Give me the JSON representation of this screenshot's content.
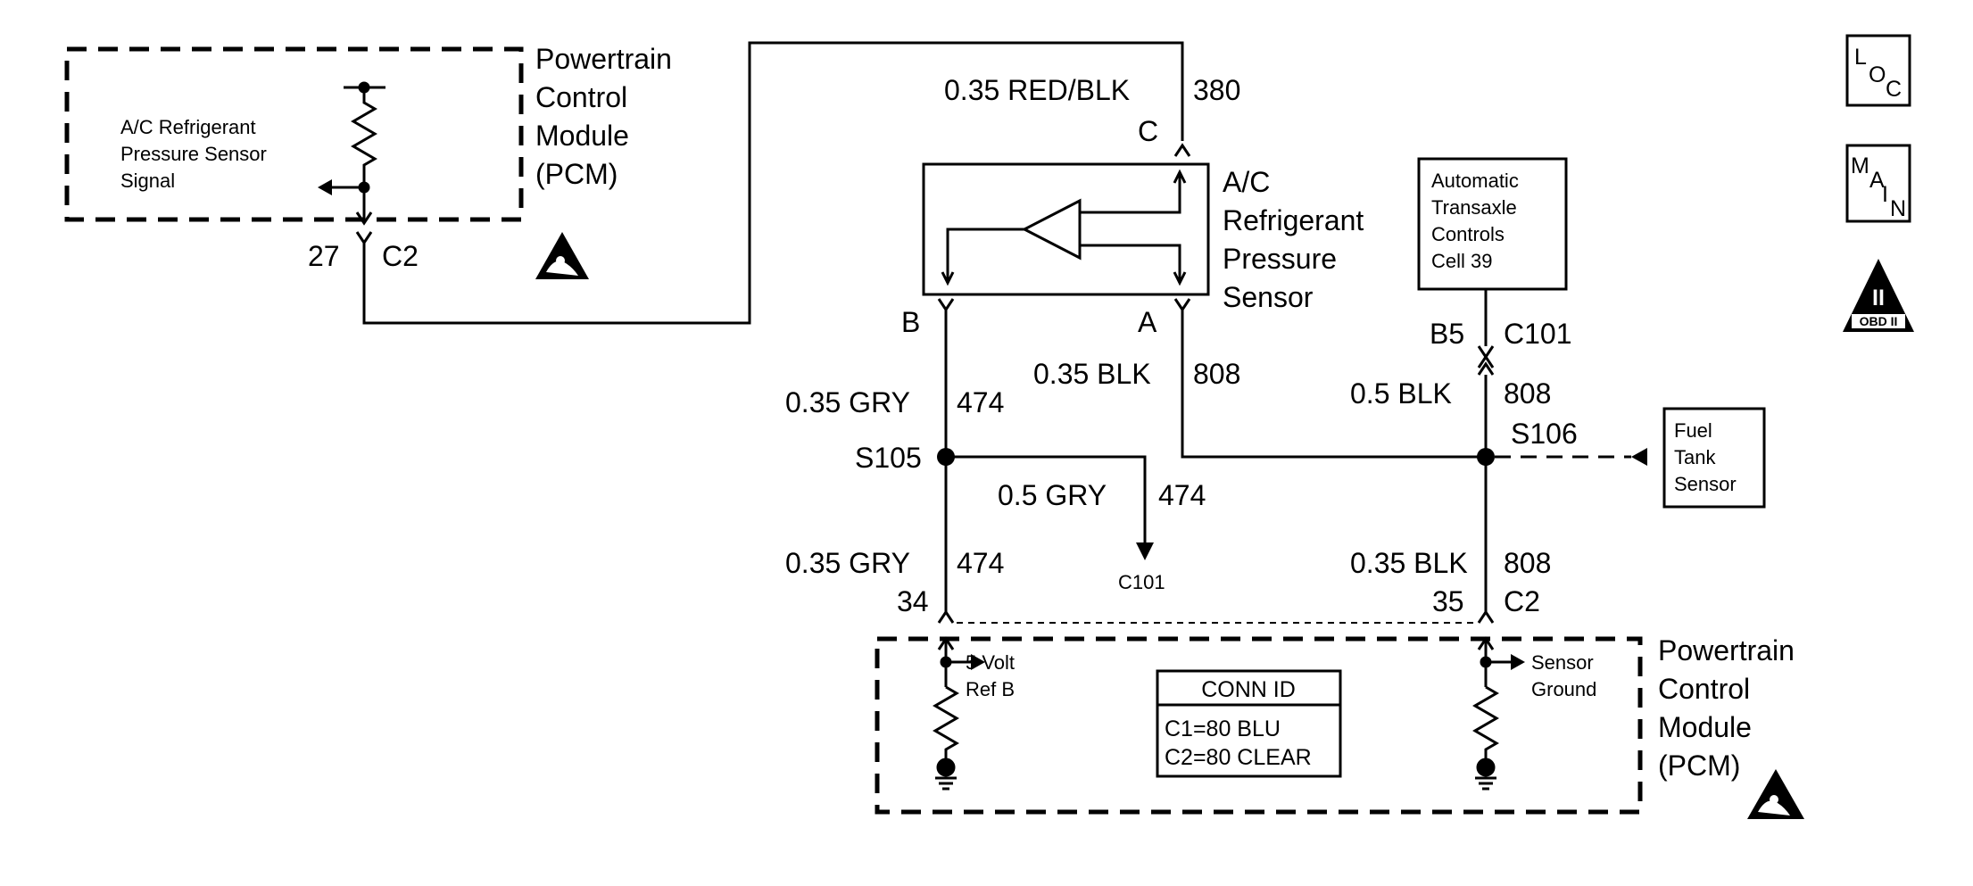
{
  "pcm_top": {
    "title_lines": [
      "Powertrain",
      "Control",
      "Module",
      "(PCM)"
    ],
    "signal_lines": [
      "A/C Refrigerant",
      "Pressure Sensor",
      "Signal"
    ],
    "pin": "27",
    "connector": "C2"
  },
  "wire_380": {
    "gauge_color": "0.35 RED/BLK",
    "circuit": "380",
    "sensor_pin": "C"
  },
  "sensor": {
    "title_lines": [
      "A/C",
      "Refrigerant",
      "Pressure",
      "Sensor"
    ],
    "pin_b": "B",
    "pin_a": "A"
  },
  "atc_box": {
    "lines": [
      "Automatic",
      "Transaxle",
      "Controls",
      "Cell 39"
    ]
  },
  "atc_connector": {
    "pin": "B5",
    "connector": "C101"
  },
  "wire_474_upper": {
    "gauge_color": "0.35 GRY",
    "circuit": "474"
  },
  "wire_808_sensor": {
    "gauge_color": "0.35 BLK",
    "circuit": "808"
  },
  "wire_808_atc": {
    "gauge_color": "0.5 BLK",
    "circuit": "808"
  },
  "splice_s105": "S105",
  "splice_s106": "S106",
  "fuel_tank": {
    "lines": [
      "Fuel",
      "Tank",
      "Sensor"
    ]
  },
  "branch_474": {
    "gauge_color": "0.5 GRY",
    "circuit": "474",
    "connector": "C101"
  },
  "wire_474_lower": {
    "gauge_color": "0.35 GRY",
    "circuit": "474",
    "pin": "34"
  },
  "wire_808_lower": {
    "gauge_color": "0.35 BLK",
    "circuit": "808",
    "pin": "35",
    "connector": "C2"
  },
  "pcm_bottom": {
    "title_lines": [
      "Powertrain",
      "Control",
      "Module",
      "(PCM)"
    ],
    "ref_lines": [
      "5 Volt",
      "Ref B"
    ],
    "ground_lines": [
      "Sensor",
      "Ground"
    ]
  },
  "conn_id": {
    "header": "CONN ID",
    "lines": [
      "C1=80 BLU",
      "C2=80 CLEAR"
    ]
  },
  "icons": {
    "loc": {
      "letters": [
        "L",
        "O",
        "C"
      ]
    },
    "main": {
      "letters": [
        "M",
        "A",
        "I",
        "N"
      ]
    },
    "obd": {
      "numeral": "II",
      "label": "OBD II"
    }
  }
}
